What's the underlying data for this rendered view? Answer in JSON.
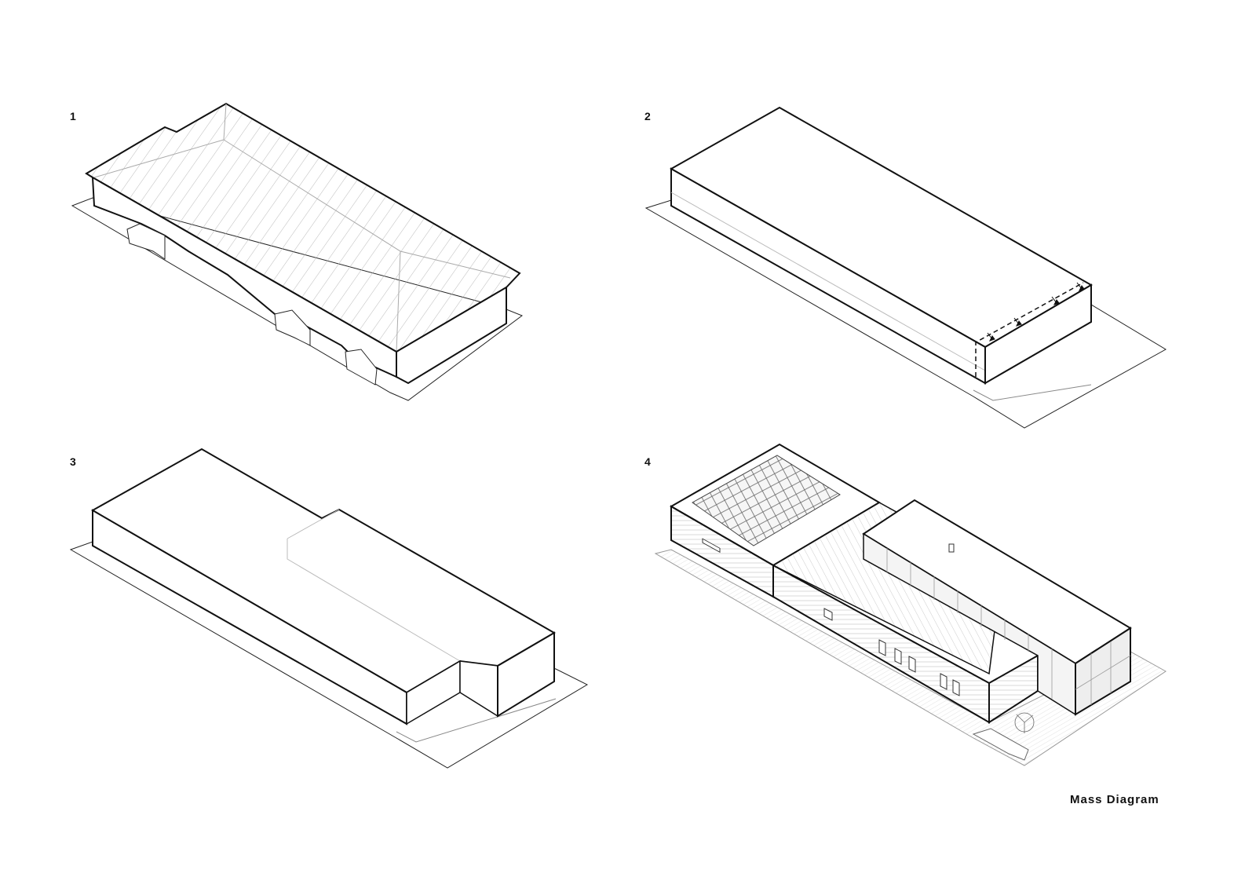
{
  "panels": [
    {
      "label": "1"
    },
    {
      "label": "2"
    },
    {
      "label": "3"
    },
    {
      "label": "4"
    }
  ],
  "caption": "Mass Diagram"
}
